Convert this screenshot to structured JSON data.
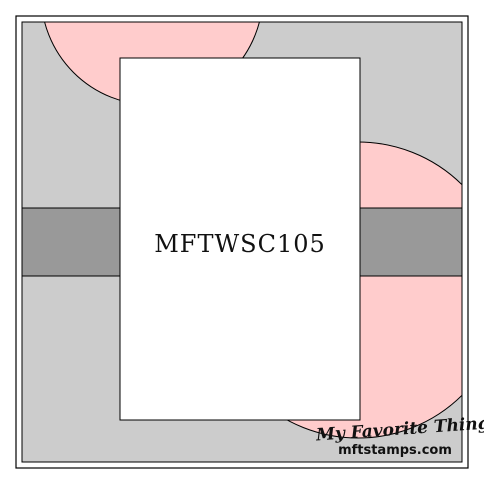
{
  "sketch": {
    "code": "MFTWSC105",
    "colors": {
      "background": "#cccccc",
      "circle": "#ffcccc",
      "band": "#999999",
      "card": "#ffffff",
      "outline": "#000000"
    }
  },
  "brand": {
    "name": "My Favorite Things",
    "url": "mftstamps.com"
  }
}
